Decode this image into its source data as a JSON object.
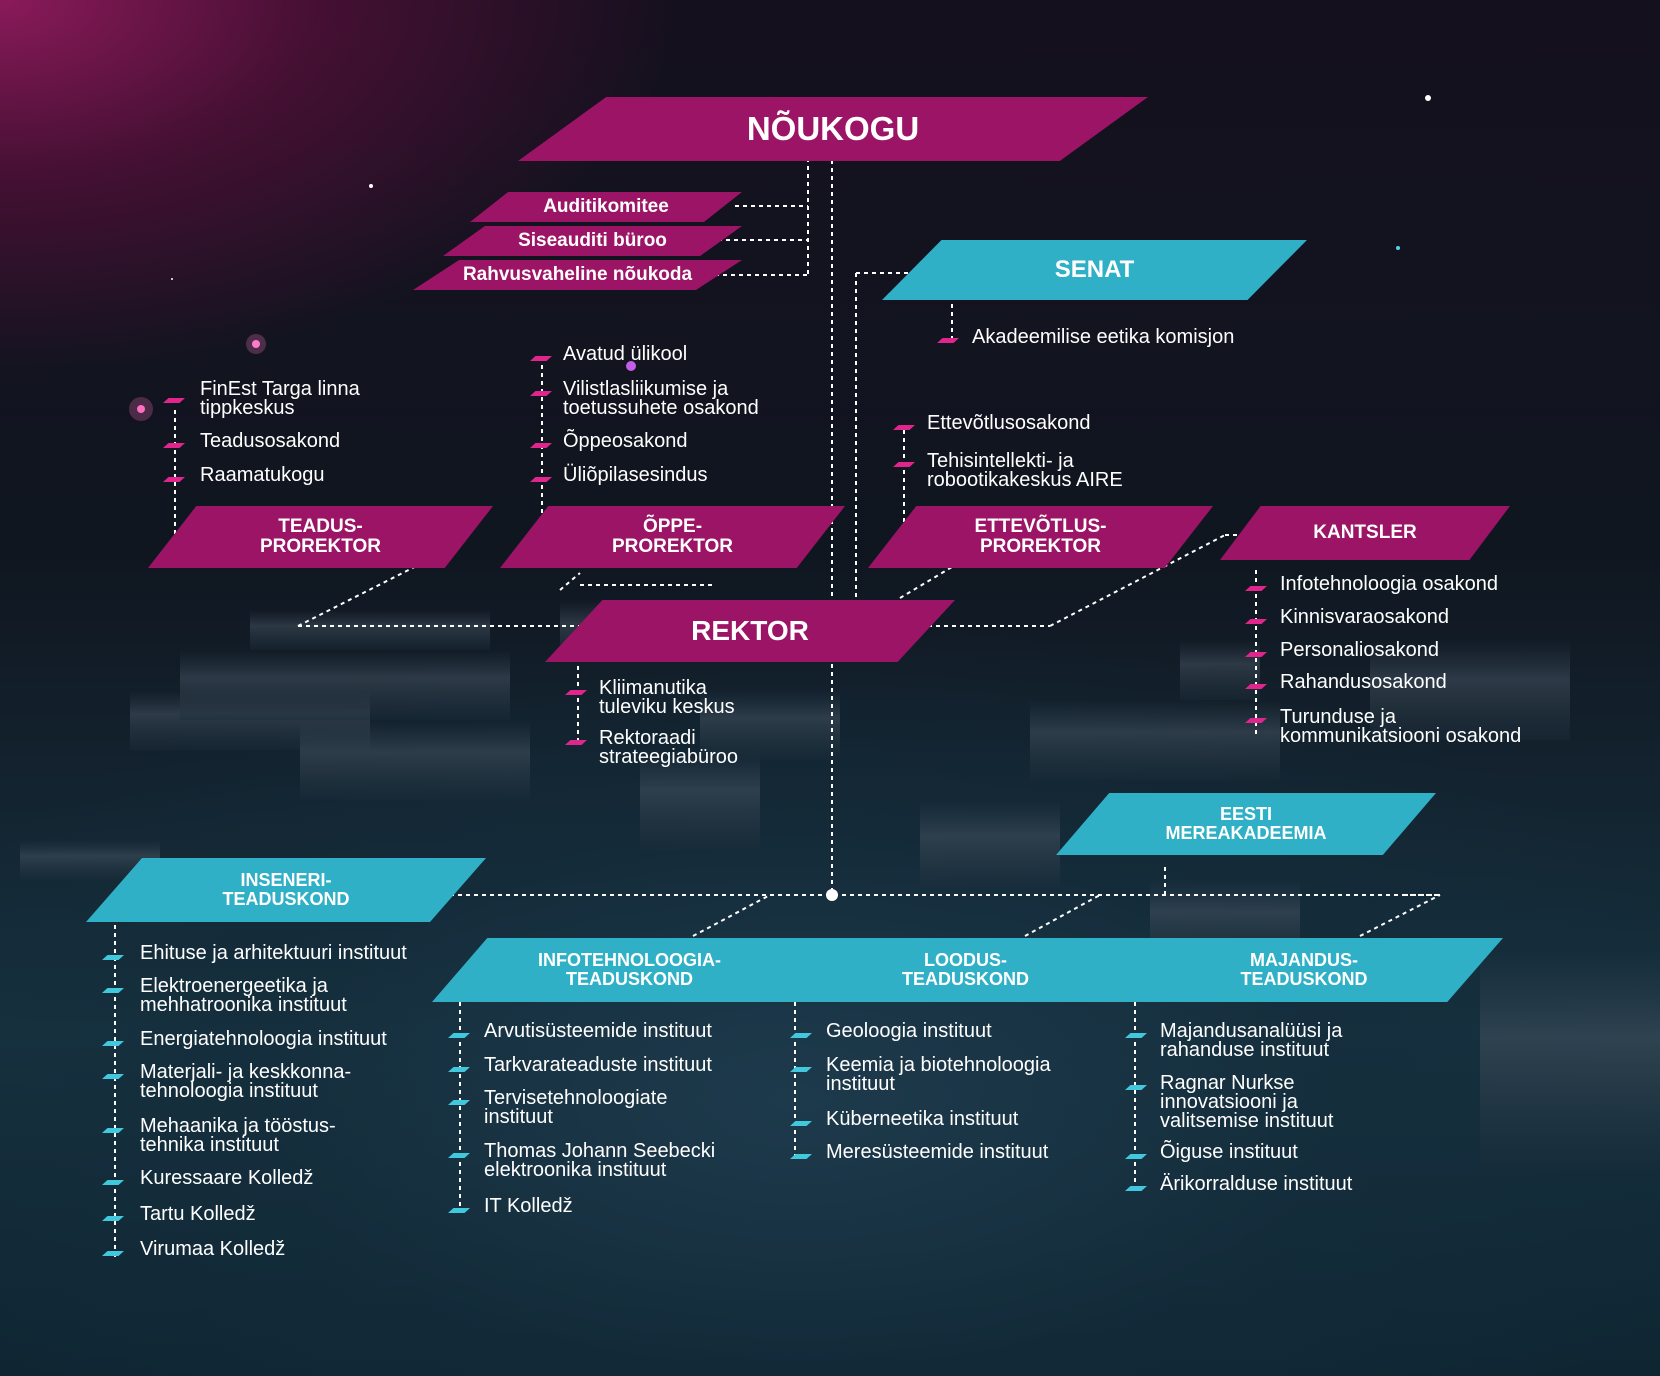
{
  "colors": {
    "magenta": "#9c1466",
    "cyan": "#2fb0c6",
    "line": "#ffffff"
  },
  "noukogu": {
    "title": "NÕUKOGU",
    "committees": [
      "Auditikomitee",
      "Siseauditi büroo",
      "Rahvusvaheline nõukoda"
    ]
  },
  "senat": {
    "title": "SENAT",
    "items": [
      "Akadeemilise eetika komisjon"
    ]
  },
  "teadusprorektor": {
    "title_1": "TEADUS-",
    "title_2": "PROREKTOR",
    "items": [
      [
        "FinEst Targa linna",
        "tippkeskus"
      ],
      [
        "Teadusosakond"
      ],
      [
        "Raamatukogu"
      ]
    ]
  },
  "oppeprorektor": {
    "title_1": "ÕPPE-",
    "title_2": "PROREKTOR",
    "items": [
      [
        "Avatud ülikool"
      ],
      [
        "Vilistlasliikumise ja",
        "toetussuhete osakond"
      ],
      [
        "Õppeosakond"
      ],
      [
        "Üliõpilasesindus"
      ]
    ]
  },
  "ettevotlusprorektor": {
    "title_1": "ETTEVÕTLUS-",
    "title_2": "PROREKTOR",
    "items": [
      [
        "Ettevõtlusosakond"
      ],
      [
        "Tehisintellekti- ja",
        "robootikakeskus AIRE"
      ]
    ]
  },
  "kantsler": {
    "title": "KANTSLER",
    "items": [
      [
        "Infotehnoloogia osakond"
      ],
      [
        "Kinnisvaraosakond"
      ],
      [
        "Personaliosakond"
      ],
      [
        "Rahandusosakond"
      ],
      [
        "Turunduse ja",
        "kommunikatsiooni osakond"
      ]
    ]
  },
  "rektor": {
    "title": "REKTOR",
    "items": [
      [
        "Kliimanutika",
        "tuleviku keskus"
      ],
      [
        "Rektoraadi",
        "strateegiabüroo"
      ]
    ]
  },
  "mereakadeemia": {
    "title_1": "EESTI",
    "title_2": "MEREAKADEEMIA"
  },
  "inseneri": {
    "title_1": "INSENERI-",
    "title_2": "TEADUSKOND",
    "items": [
      [
        "Ehituse ja arhitektuuri instituut"
      ],
      [
        "Elektroenergeetika ja",
        "mehhatroonika instituut"
      ],
      [
        "Energiatehnoloogia instituut"
      ],
      [
        "Materjali- ja keskkonna-",
        "tehnoloogia instituut"
      ],
      [
        "Mehaanika ja tööstus-",
        "tehnika instituut"
      ],
      [
        "Kuressaare Kolledž"
      ],
      [
        "Tartu Kolledž"
      ],
      [
        "Virumaa Kolledž"
      ]
    ]
  },
  "infotehnoloogia": {
    "title_1": "INFOTEHNOLOOGIA-",
    "title_2": "TEADUSKOND",
    "items": [
      [
        "Arvutisüsteemide instituut"
      ],
      [
        "Tarkvarateaduste instituut"
      ],
      [
        "Tervisetehnoloogiate",
        "instituut"
      ],
      [
        "Thomas Johann Seebecki",
        "elektroonika instituut"
      ],
      [
        "IT Kolledž"
      ]
    ]
  },
  "loodus": {
    "title_1": "LOODUS-",
    "title_2": "TEADUSKOND",
    "items": [
      [
        "Geoloogia instituut"
      ],
      [
        "Keemia ja biotehnoloogia",
        "instituut"
      ],
      [
        "Küberneetika instituut"
      ],
      [
        "Meresüsteemide instituut"
      ]
    ]
  },
  "majandus": {
    "title_1": "MAJANDUS-",
    "title_2": "TEADUSKOND",
    "items": [
      [
        "Majandusanalüüsi ja",
        "rahanduse instituut"
      ],
      [
        "Ragnar Nurkse",
        "innovatsiooni ja",
        "valitsemise instituut"
      ],
      [
        "Õiguse instituut"
      ],
      [
        "Ärikorralduse instituut"
      ]
    ]
  }
}
